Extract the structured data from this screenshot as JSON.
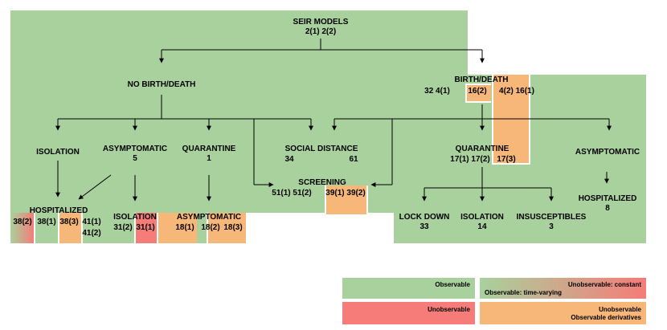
{
  "nodes": {
    "seir": {
      "title": "SEIR MODELS",
      "line2": "2(1) 2(2)"
    },
    "nobirth": {
      "title": "NO BIRTH/DEATH"
    },
    "birth": {
      "title": "BIRTH/DEATH",
      "refs_a": "32 4(1)",
      "refs_b": "16(2)",
      "refs_c": "4(2) 16(1)"
    },
    "iso1": {
      "title": "ISOLATION"
    },
    "asym1": {
      "title": "ASYMPTOMATIC",
      "line2": "5"
    },
    "quar1": {
      "title": "QUARANTINE",
      "line2": "1"
    },
    "social": {
      "title": "SOCIAL DISTANCE",
      "ref_a": "34",
      "ref_b": "61"
    },
    "quar2": {
      "title": "QUARANTINE",
      "ref_a": "17(1) 17(2)",
      "ref_b": "17(3)"
    },
    "asym2": {
      "title": "ASYMPTOMATIC"
    },
    "screening": {
      "title": "SCREENING",
      "ref_a": "51(1) 51(2)",
      "ref_b": "39(1) 39(2)"
    },
    "hosp1": {
      "title": "HOSPITALIZED",
      "ref_a": "38(2)",
      "ref_b": "38(1)",
      "ref_c": "38(3)",
      "ref_d": "41(1)",
      "ref_e": "41(2)"
    },
    "iso2": {
      "title": "ISOLATION",
      "ref_a": "31(2)",
      "ref_b": "31(1)"
    },
    "asym3": {
      "title": "ASYMPTOMATIC",
      "ref_a": "18(1)",
      "ref_b": "18(2)",
      "ref_c": "18(3)"
    },
    "lockdown": {
      "title": "LOCK DOWN",
      "line2": "33"
    },
    "iso3": {
      "title": "ISOLATION",
      "line2": "14"
    },
    "insus": {
      "title": "INSUSCEPTIBLES",
      "line2": "3"
    },
    "hosp2": {
      "title": "HOSPITALIZED",
      "line2": "8"
    }
  },
  "legend": {
    "observable": "Observable",
    "unobs_constant_1": "Unobservable: constant",
    "unobs_constant_2": "Observable: time-varying",
    "unobservable": "Unobservable",
    "unobs_deriv_1": "Unobservable",
    "unobs_deriv_2": "Observable derivatives"
  },
  "colors": {
    "observable": "#a9d19d",
    "unobservable": "#f57c78",
    "derivatives": "#f7b779"
  }
}
